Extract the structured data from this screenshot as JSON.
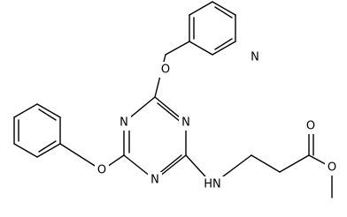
{
  "molecule": {
    "atoms": {
      "o_pyridyl": "O",
      "n_pyridine": "N",
      "n_triazine_top": "N",
      "n_triazine_left": "N",
      "n_triazine_bottom": "N",
      "o_phenoxy": "O",
      "nh_amine": "HN",
      "o_carbonyl": "O",
      "o_ester": "O"
    }
  }
}
